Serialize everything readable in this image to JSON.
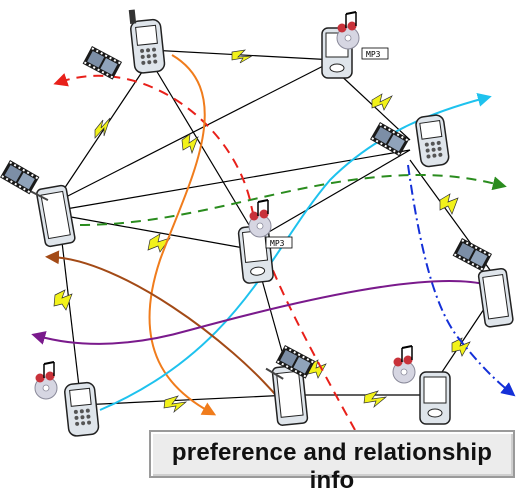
{
  "caption": "preference and relationship info",
  "device_labels": {
    "mp3_a": "MP3",
    "mp3_b": "MP3"
  },
  "colors": {
    "red": "#e8201a",
    "orange": "#f07c1c",
    "cyan": "#1ec2ee",
    "green": "#2a8c1e",
    "blue": "#1430d8",
    "brown": "#a34a16",
    "purple": "#7a1a8c",
    "link": "#f2f21a"
  }
}
